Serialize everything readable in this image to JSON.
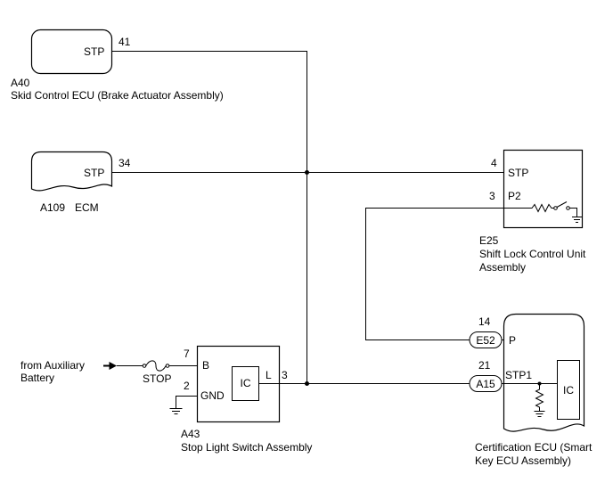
{
  "diagram": {
    "skid_control_ecu": {
      "code": "A40",
      "name": "Skid Control ECU (Brake Actuator Assembly)",
      "terminal": {
        "label": "STP",
        "pin": "41"
      }
    },
    "ecm": {
      "code": "A109",
      "name": "ECM",
      "terminal": {
        "label": "STP",
        "pin": "34"
      }
    },
    "shift_lock_control_unit": {
      "code": "E25",
      "name_lines": [
        "Shift Lock Control Unit",
        "Assembly"
      ],
      "terminals": [
        {
          "label": "STP",
          "pin": "4"
        },
        {
          "label": "P2",
          "pin": "3"
        }
      ]
    },
    "stop_light_switch": {
      "code": "A43",
      "name": "Stop Light Switch Assembly",
      "terminals": [
        {
          "label": "B",
          "pin": "7"
        },
        {
          "label": "GND",
          "pin": "2"
        },
        {
          "label": "L",
          "pin": "3"
        }
      ],
      "internal": "IC"
    },
    "certification_ecu": {
      "name_lines": [
        "Certification ECU (Smart",
        "Key ECU Assembly)"
      ],
      "connectors": [
        {
          "code": "E52",
          "pin": "14",
          "label": "P"
        },
        {
          "code": "A15",
          "pin": "21",
          "label": "STP1"
        }
      ],
      "internal": "IC"
    },
    "power_source": {
      "lines": [
        "from Auxiliary",
        "Battery"
      ]
    },
    "fuse": {
      "label": "STOP"
    }
  }
}
